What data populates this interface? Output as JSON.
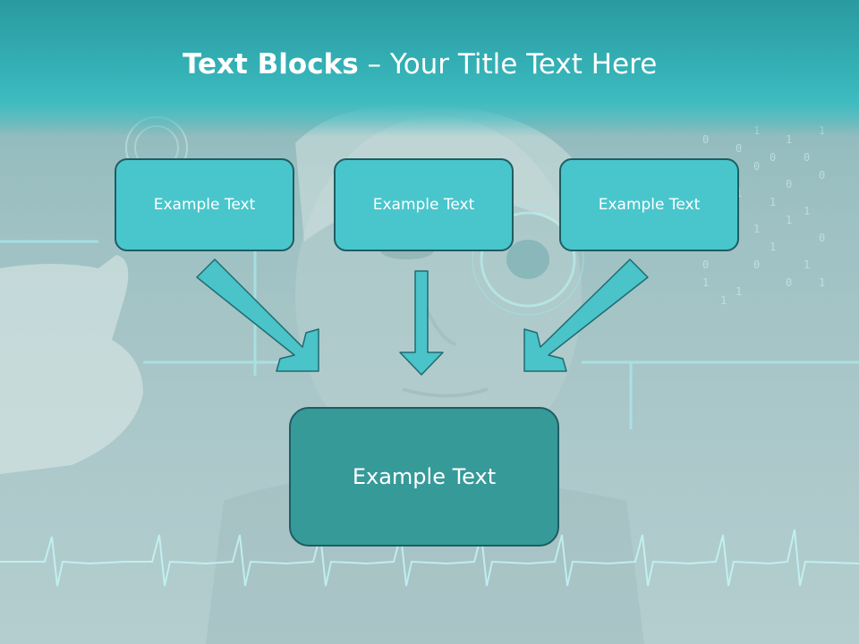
{
  "slide": {
    "title_bold": "Text Blocks",
    "title_separator": " – ",
    "title_rest": "Your Title Text Here"
  },
  "boxes": {
    "top_left": "Example Text",
    "top_center": "Example Text",
    "top_right": "Example Text",
    "main": "Example Text"
  },
  "colors": {
    "title_band": "#34b0b5",
    "box_fill": "#49c6cc",
    "main_box_fill": "#369a99",
    "arrow_fill": "#4ac3c9"
  }
}
